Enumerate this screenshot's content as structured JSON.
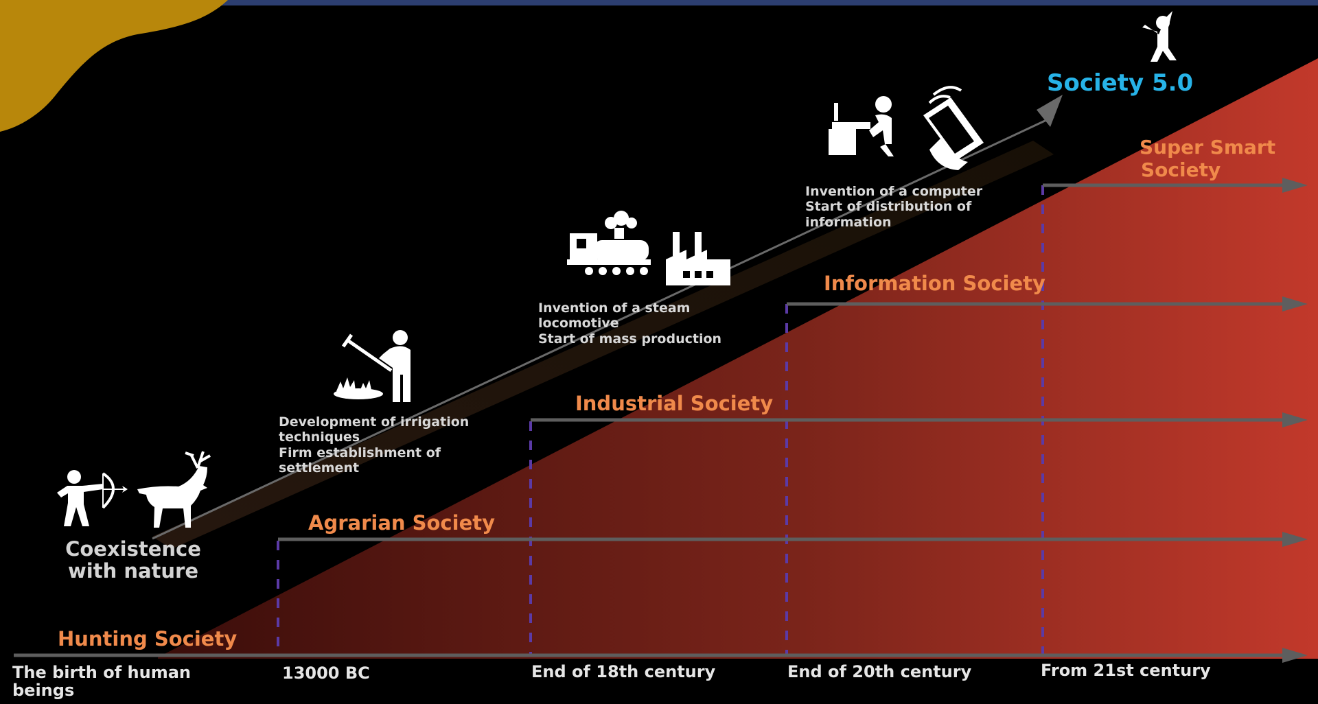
{
  "title": "Society 5.0",
  "societies": {
    "hunting": "Hunting Society",
    "agrarian": "Agrarian Society",
    "industrial": "Industrial Society",
    "information": "Information Society",
    "super_smart": [
      "Super Smart",
      "Society"
    ]
  },
  "eras": {
    "birth": [
      "The birth of human",
      "beings"
    ],
    "bc13000": "13000 BC",
    "c18": "End of 18th century",
    "c20": "End of 20th century",
    "c21": "From 21st century"
  },
  "milestones": {
    "hunting": [
      "Coexistence",
      "with nature"
    ],
    "agrarian": [
      "Development of irrigation",
      "techniques",
      "Firm establishment of",
      "settlement"
    ],
    "industrial": [
      "Invention of a steam",
      "locomotive",
      "Start of mass production"
    ],
    "information": [
      "Invention of a computer",
      "Start of distribution of",
      "information"
    ]
  },
  "icons": {
    "hunting": [
      "archer-icon",
      "deer-icon"
    ],
    "agrarian": [
      "farmer-icon"
    ],
    "industrial": [
      "locomotive-icon",
      "factory-icon"
    ],
    "information": [
      "computer-worker-icon",
      "smartphone-icon"
    ],
    "society5": "jumping-person-icon"
  },
  "colors": {
    "background": "#000000",
    "society_label": "#f08a4b",
    "society5_label": "#27b3e8",
    "triangle_light": "#c2392b",
    "triangle_dark": "#3a0d0a",
    "divider": "#5b3aa6",
    "corner_blob": "#b8870b",
    "top_bar": "#2c3e70"
  }
}
